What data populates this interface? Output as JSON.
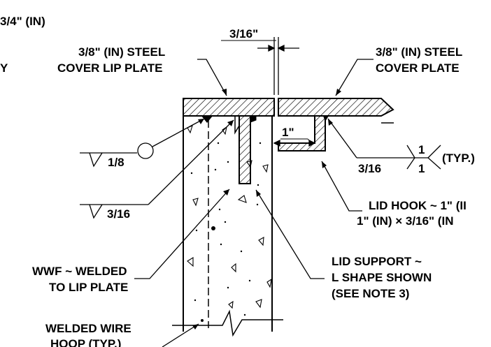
{
  "labels": {
    "top_left_fragment": "3/4\" (IN)",
    "left_fragment": "Y",
    "gap_dim": "3/16\"",
    "lip_plate_l1": "3/8\" (IN) STEEL",
    "lip_plate_l2": "COVER LIP PLATE",
    "cover_plate_l1": "3/8\" (IN) STEEL",
    "cover_plate_l2": "COVER PLATE",
    "weld_1_8": "1/8",
    "weld_3_16_left": "3/16",
    "hook_gap_dim": "1\"",
    "weld_3_16_right": "3/16",
    "weld_frac_top": "1",
    "weld_frac_bottom": "1",
    "typ": "(TYP.)",
    "lid_hook_l1": "LID HOOK ~ 1\" (II",
    "lid_hook_l2": "1\" (IN) × 3/16\" (IN",
    "wwf_l1": "WWF ~ WELDED",
    "wwf_l2": "TO LIP PLATE",
    "lid_support_l1": "LID SUPPORT ~",
    "lid_support_l2": "L SHAPE SHOWN",
    "lid_support_l3": "(SEE NOTE 3)",
    "wire_l1": "WELDED WIRE",
    "wire_l2": "HOOP (TYP.)"
  },
  "colors": {
    "ink": "#000000",
    "background": "#ffffff"
  }
}
